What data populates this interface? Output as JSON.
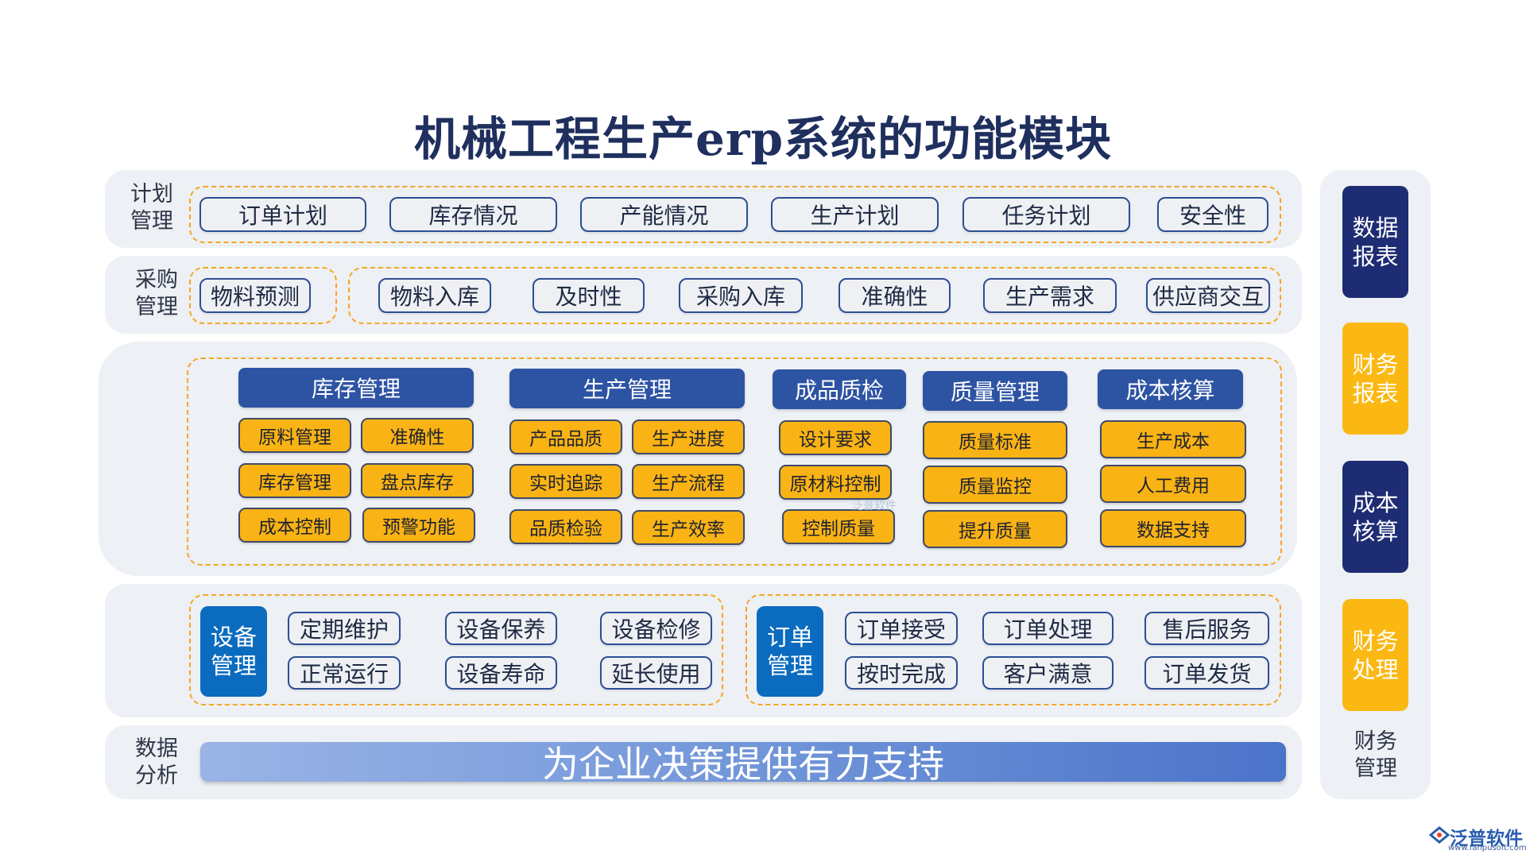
{
  "title": "机械工程生产erp系统的功能模块",
  "planning": {
    "label": "计划\n管理",
    "items": [
      "订单计划",
      "库存情况",
      "产能情况",
      "生产计划",
      "任务计划",
      "安全性"
    ]
  },
  "purchasing": {
    "label": "采购\n管理",
    "first": "物料预测",
    "items": [
      "物料入库",
      "及时性",
      "采购入库",
      "准确性",
      "生产需求",
      "供应商交互"
    ]
  },
  "core": {
    "inventory": {
      "header": "库存管理",
      "items": [
        "原料管理",
        "准确性",
        "库存管理",
        "盘点库存",
        "成本控制",
        "预警功能"
      ]
    },
    "production": {
      "header": "生产管理",
      "items": [
        "产品品质",
        "生产进度",
        "实时追踪",
        "生产流程",
        "品质检验",
        "生产效率"
      ]
    },
    "inspection": {
      "header": "成品质检",
      "items": [
        "设计要求",
        "原材料控制",
        "控制质量"
      ]
    },
    "quality": {
      "header": "质量管理",
      "items": [
        "质量标准",
        "质量监控",
        "提升质量"
      ]
    },
    "cost": {
      "header": "成本核算",
      "items": [
        "生产成本",
        "人工费用",
        "数据支持"
      ]
    },
    "watermark": "泛普软件"
  },
  "equipment": {
    "label": "设备\n管理",
    "items": [
      "定期维护",
      "设备保养",
      "设备检修",
      "正常运行",
      "设备寿命",
      "延长使用"
    ]
  },
  "orders": {
    "label": "订单\n管理",
    "items": [
      "订单接受",
      "订单处理",
      "售后服务",
      "按时完成",
      "客户满意",
      "订单发货"
    ]
  },
  "analysis": {
    "label": "数据\n分析",
    "banner": "为企业决策提供有力支持"
  },
  "finance": {
    "boxes": [
      "数据\n报表",
      "财务\n报表",
      "成本\n核算",
      "财务\n处理"
    ],
    "label": "财务\n管理"
  },
  "brand": {
    "name": "泛普软件",
    "url": "www.fanpusoft.com"
  },
  "colors": {
    "navy": "#2d53a3",
    "orange": "#f9b314",
    "dash": "#f5a623",
    "panel": "#edf0f4"
  }
}
